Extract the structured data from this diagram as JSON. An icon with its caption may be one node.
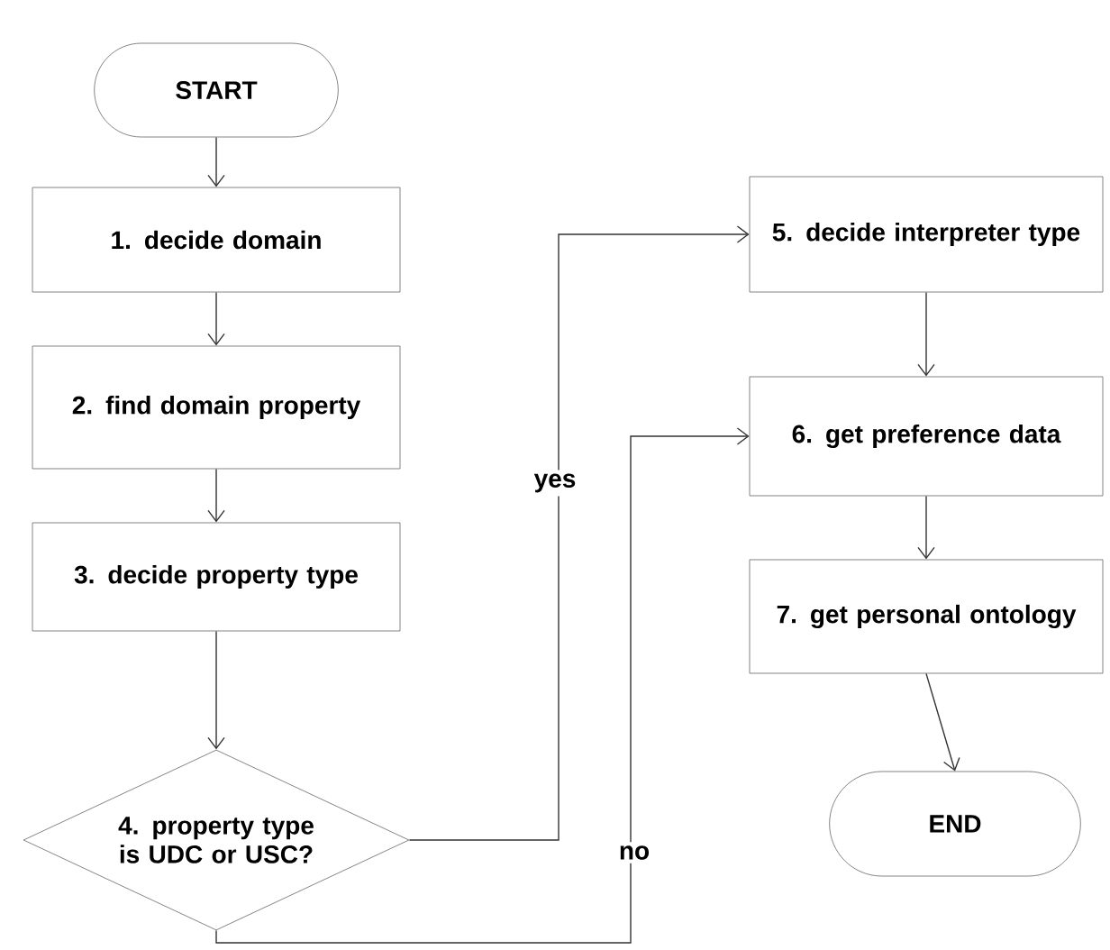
{
  "diagram": {
    "nodes": [
      {
        "text": [
          "START"
        ]
      },
      {
        "text": [
          "1. decide domain"
        ]
      },
      {
        "text": [
          "2. find domain property"
        ]
      },
      {
        "text": [
          "3. decide property type"
        ]
      },
      {
        "text": [
          "4. property type is UDC or USC?"
        ]
      },
      {
        "text": [
          "5. decide interpreter type"
        ]
      },
      {
        "text": [
          "6. get preference data"
        ]
      },
      {
        "text": [
          "7. get personal ontology"
        ]
      },
      {
        "text": [
          "END"
        ]
      }
    ],
    "edges": [
      {
        "from": 0,
        "to": 1,
        "arrow": "to"
      },
      {
        "from": 1,
        "to": 2,
        "arrow": "to"
      },
      {
        "from": 2,
        "to": 3,
        "arrow": "to"
      },
      {
        "from": 3,
        "to": 4,
        "arrow": "to"
      },
      {
        "from": 4,
        "to": 5,
        "arrow": "to",
        "label": "yes"
      },
      {
        "from": 4,
        "to": 6,
        "arrow": "to",
        "label": "no"
      },
      {
        "from": 5,
        "to": 6,
        "arrow": "to"
      },
      {
        "from": 6,
        "to": 7,
        "arrow": "to"
      },
      {
        "from": 7,
        "to": 8,
        "arrow": "to"
      }
    ]
  }
}
